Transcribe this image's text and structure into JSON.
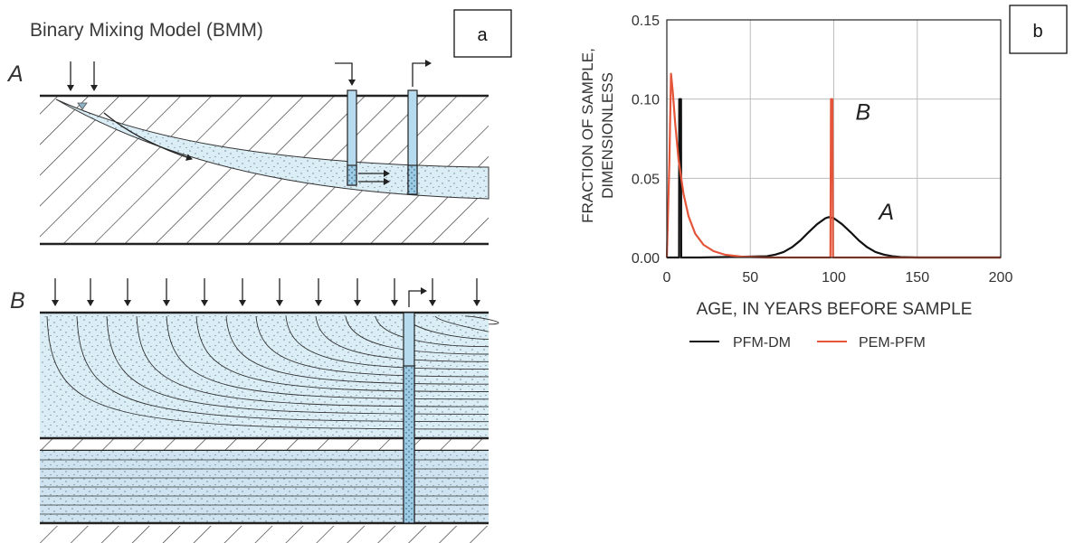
{
  "figure": {
    "title": "Binary Mixing Model (BMM)",
    "panel_a": {
      "label": "a",
      "section_A_label": "A",
      "section_B_label": "B"
    },
    "panel_b": {
      "label": "b",
      "curve_label_A": "A",
      "curve_label_B": "B"
    }
  },
  "colors": {
    "aquifer_fill": "#dbeef6",
    "well_fill": "#b7dbee",
    "pfm_dm": "#111111",
    "pem_pfm": "#e4553a",
    "grid": "#bdbdbd"
  },
  "chart_data": {
    "type": "line",
    "ylabel": "FRACTION OF SAMPLE,\nDIMENSIONLESS",
    "ylabel_line1": "FRACTION OF SAMPLE,",
    "ylabel_line2": "DIMENSIONLESS",
    "xlabel": "AGE, IN YEARS BEFORE SAMPLE",
    "xlim": [
      0,
      200
    ],
    "ylim": [
      0,
      0.15
    ],
    "x_ticks": [
      "0",
      "50",
      "100",
      "150",
      "200"
    ],
    "y_ticks": [
      "0.00",
      "0.05",
      "0.10",
      "0.15"
    ],
    "grid": true,
    "legend_position": "bottom",
    "annotations": [
      {
        "text": "A",
        "x": 127,
        "y": 0.024
      },
      {
        "text": "B",
        "x": 113,
        "y": 0.087
      }
    ],
    "series": [
      {
        "name": "PFM-DM",
        "color": "#111111",
        "x": [
          0,
          7.3,
          7.4,
          8.5,
          8.6,
          20,
          60,
          65,
          70,
          75,
          80,
          85,
          90,
          95,
          97,
          100,
          105,
          110,
          115,
          120,
          125,
          130,
          135,
          140,
          150,
          200
        ],
        "y": [
          0,
          0,
          0.1,
          0.1,
          0,
          0,
          0.0008,
          0.0018,
          0.0035,
          0.0065,
          0.0108,
          0.016,
          0.021,
          0.0248,
          0.0255,
          0.0248,
          0.021,
          0.016,
          0.0108,
          0.0065,
          0.0035,
          0.0018,
          0.0008,
          0.0003,
          0,
          0
        ]
      },
      {
        "name": "PEM-PFM",
        "color": "#e4553a",
        "x": [
          0,
          1.5,
          2.5,
          3.5,
          5,
          7,
          10,
          13,
          17,
          22,
          28,
          35,
          45,
          60,
          98,
          98.3,
          99.2,
          99.5,
          110,
          200
        ],
        "y": [
          0,
          0.06,
          0.116,
          0.105,
          0.085,
          0.062,
          0.04,
          0.026,
          0.015,
          0.008,
          0.004,
          0.0017,
          0.0005,
          0,
          0,
          0.1,
          0.1,
          0,
          0,
          0
        ]
      }
    ]
  }
}
